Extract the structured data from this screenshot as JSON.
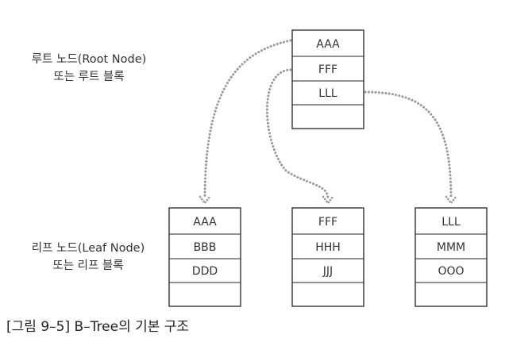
{
  "labels": {
    "root_line1": "루트 노드(Root Node)",
    "root_line2": "또는 루트 블록",
    "leaf_line1": "리프 노드(Leaf Node)",
    "leaf_line2": "또는 리프 블록"
  },
  "root_block": {
    "keys": [
      "AAA",
      "FFF",
      "LLL",
      ""
    ]
  },
  "leaf_blocks": [
    {
      "keys": [
        "AAA",
        "BBB",
        "DDD",
        ""
      ]
    },
    {
      "keys": [
        "FFF",
        "HHH",
        "JJJ",
        ""
      ]
    },
    {
      "keys": [
        "LLL",
        "MMM",
        "OOO",
        ""
      ]
    }
  ],
  "caption": "[그림 9–5] B–Tree의 기본 구조",
  "colors": {
    "line": "#222222",
    "arrow": "#999999"
  }
}
